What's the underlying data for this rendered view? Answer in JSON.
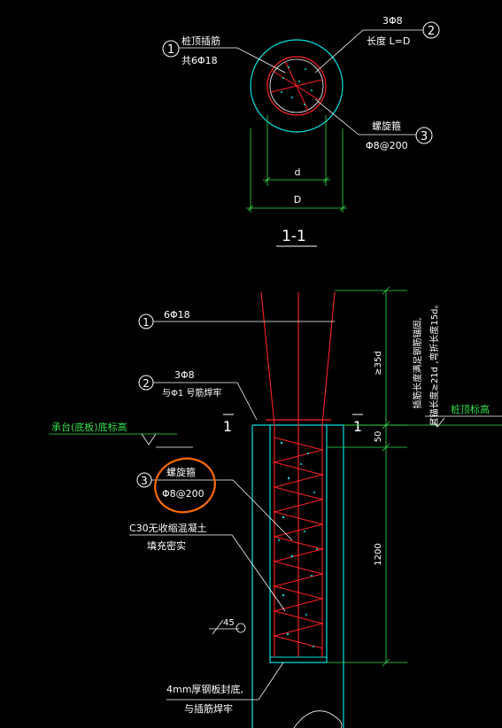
{
  "colors": {
    "background": "#000000",
    "outline": "#00e0e0",
    "rebar": "#ff2222",
    "dimension": "#33e04a",
    "annotation": "#ffffff",
    "markup": "#ff6a00",
    "concrete_dots": "#00e0e0"
  },
  "section_view": {
    "callout_1": {
      "number": "1",
      "line1": "桩顶插筋",
      "line2": "共6Φ18"
    },
    "callout_2": {
      "number": "2",
      "line1": "3Φ8",
      "line2": "长度 L=D"
    },
    "callout_3": {
      "number": "3",
      "line1": "螺旋箍",
      "line2": "Φ8@200"
    },
    "dim_inner": "d",
    "dim_outer": "D",
    "section_title": "1-1"
  },
  "elevation_view": {
    "callout_1": {
      "number": "1",
      "line1": "6Φ18"
    },
    "callout_2": {
      "number": "2",
      "line1": "3Φ8",
      "line2": "与Φ1 号筋焊牢"
    },
    "callout_3": {
      "number": "3",
      "line1": "螺旋箍",
      "line2": "Φ8@200"
    },
    "concrete_note": {
      "line1": "C30无收缩混凝土",
      "line2": "填充密实"
    },
    "steel_plate_note": {
      "line1": "4mm厚钢板封底,",
      "line2": "与插筋焊牢"
    },
    "angle_mark": "45",
    "cap_label": "承台(底板)底标高",
    "pile_top_label": "桩顶标高",
    "section_mark_left": "1",
    "section_mark_right": "1",
    "side_note": {
      "line1": "插筋长度满足钢筋锚固,",
      "line2": "且锚长度≥21d ,弯折长度15d。"
    },
    "dims": {
      "top": "≥35d",
      "mid": "50",
      "bottom": "1200"
    }
  }
}
